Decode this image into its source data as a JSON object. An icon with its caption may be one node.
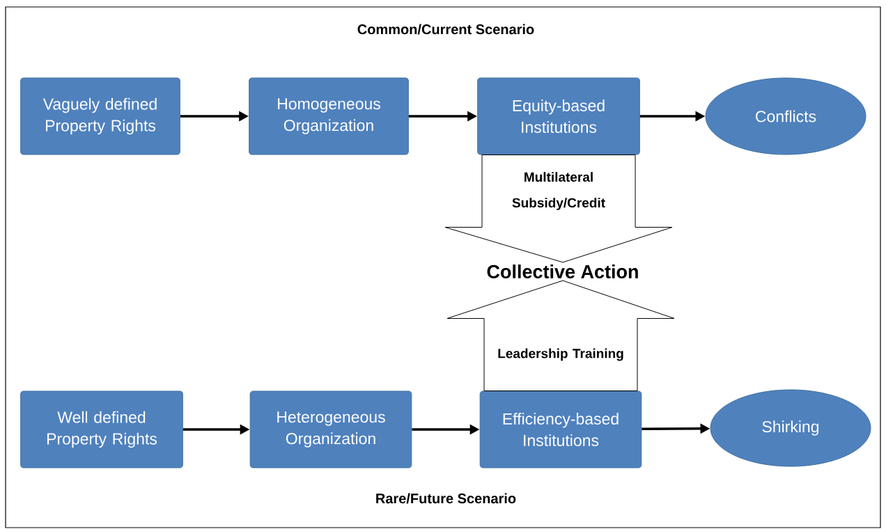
{
  "diagram": {
    "title": "Common/Current Scenario",
    "nodes": [
      {
        "text": [
          "Vaguely defined Property Rights"
        ]
      },
      {
        "text": [
          "Homogeneous Organization"
        ]
      },
      {
        "text": [
          "Equity-based Institutions"
        ]
      },
      {
        "text": [
          "Conflicts"
        ]
      },
      {
        "text": [
          "Collective Action"
        ]
      },
      {
        "text": [
          "Well defined Property Rights"
        ]
      },
      {
        "text": [
          "Heterogeneous Organization"
        ]
      },
      {
        "text": [
          "Efficiency-based Institutions"
        ]
      },
      {
        "text": [
          "Shirking"
        ]
      }
    ],
    "edges": [
      {
        "from": 0,
        "to": 1,
        "arrow": "to"
      },
      {
        "from": 1,
        "to": 2,
        "arrow": "to"
      },
      {
        "from": 2,
        "to": 3,
        "arrow": "to"
      },
      {
        "from": 2,
        "to": 4,
        "arrow": "to",
        "label": "Multilateral Subsidy/Credit"
      },
      {
        "from": 5,
        "to": 6,
        "arrow": "to"
      },
      {
        "from": 6,
        "to": 7,
        "arrow": "to"
      },
      {
        "from": 7,
        "to": 8,
        "arrow": "to"
      },
      {
        "from": 7,
        "to": 4,
        "arrow": "to",
        "label": "Leadership Training"
      }
    ],
    "labels": [
      "Rare/Future Scenario"
    ]
  }
}
